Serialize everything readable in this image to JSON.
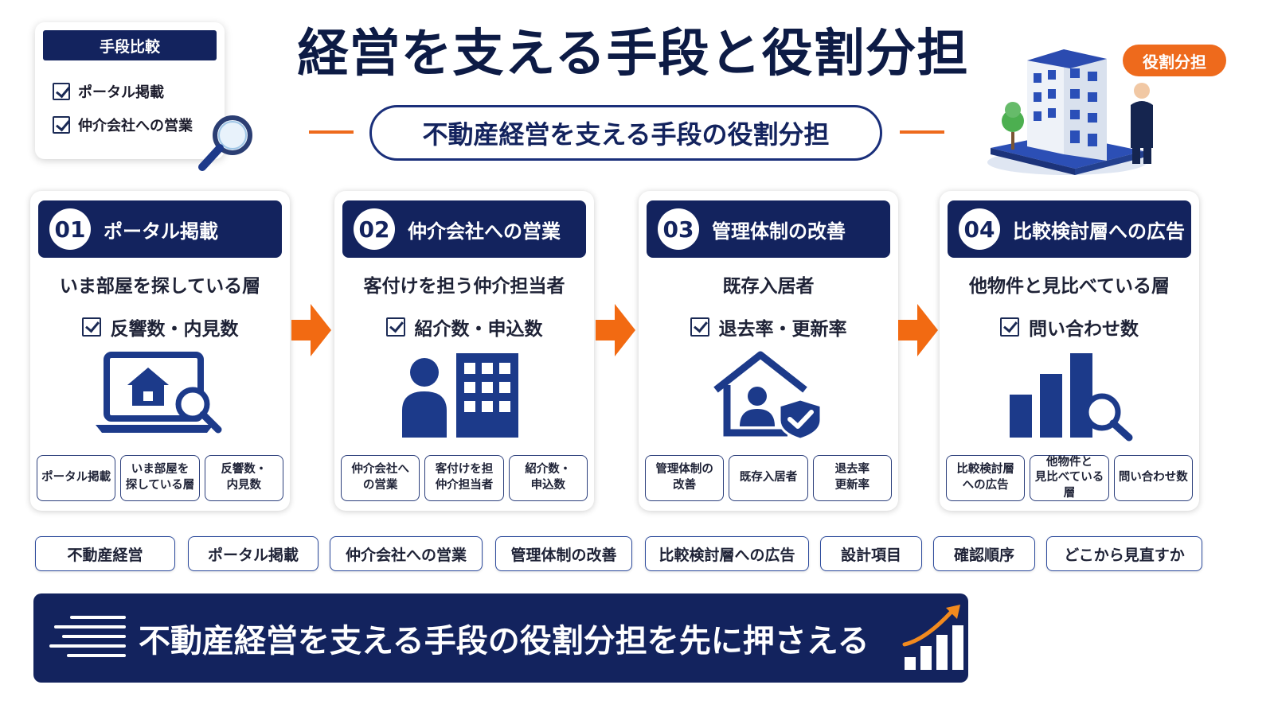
{
  "legend": {
    "title": "手段比較",
    "items": [
      "ポータル掲載",
      "仲介会社への営業"
    ]
  },
  "title": "経営を支える手段と役割分担",
  "subtitle": "不動産経営を支える手段の役割分担",
  "badge": "役割分担",
  "cards": [
    {
      "number": "01",
      "title": "ポータル掲載",
      "target": "いま部屋を探している層",
      "metric": "反響数・内見数",
      "icon": "laptop-house-search-icon",
      "tags": [
        "ポータル掲載",
        "いま部屋を\n探している層",
        "反響数・\n内見数"
      ]
    },
    {
      "number": "02",
      "title": "仲介会社への営業",
      "target": "客付けを担う仲介担当者",
      "metric": "紹介数・申込数",
      "icon": "person-building-icon",
      "tags": [
        "仲介会社へ\nの営業",
        "客付けを担\n仲介担当者",
        "紹介数・\n申込数"
      ]
    },
    {
      "number": "03",
      "title": "管理体制の改善",
      "target": "既存入居者",
      "metric": "退去率・更新率",
      "icon": "house-resident-shield-icon",
      "tags": [
        "管理体制の\n改善",
        "既存入居者",
        "退去率\n更新率"
      ]
    },
    {
      "number": "04",
      "title": "比較検討層への広告",
      "target": "他物件と見比べている層",
      "metric": "問い合わせ数",
      "icon": "bar-chart-search-icon",
      "tags": [
        "比較検討層\nへの広告",
        "他物件と\n見比べている層",
        "問い合わせ数"
      ]
    }
  ],
  "chips": [
    "不動産経営",
    "ポータル掲載",
    "仲介会社への営業",
    "管理体制の改善",
    "比較検討層への広告",
    "設計項目",
    "確認順序",
    "どこから見直すか"
  ],
  "banner": "不動産経営を支える手段の役割分担を先に押さえる",
  "colors": {
    "navy": "#13235e",
    "orange": "#ee6a1c",
    "icon_blue": "#1c3a8a"
  }
}
